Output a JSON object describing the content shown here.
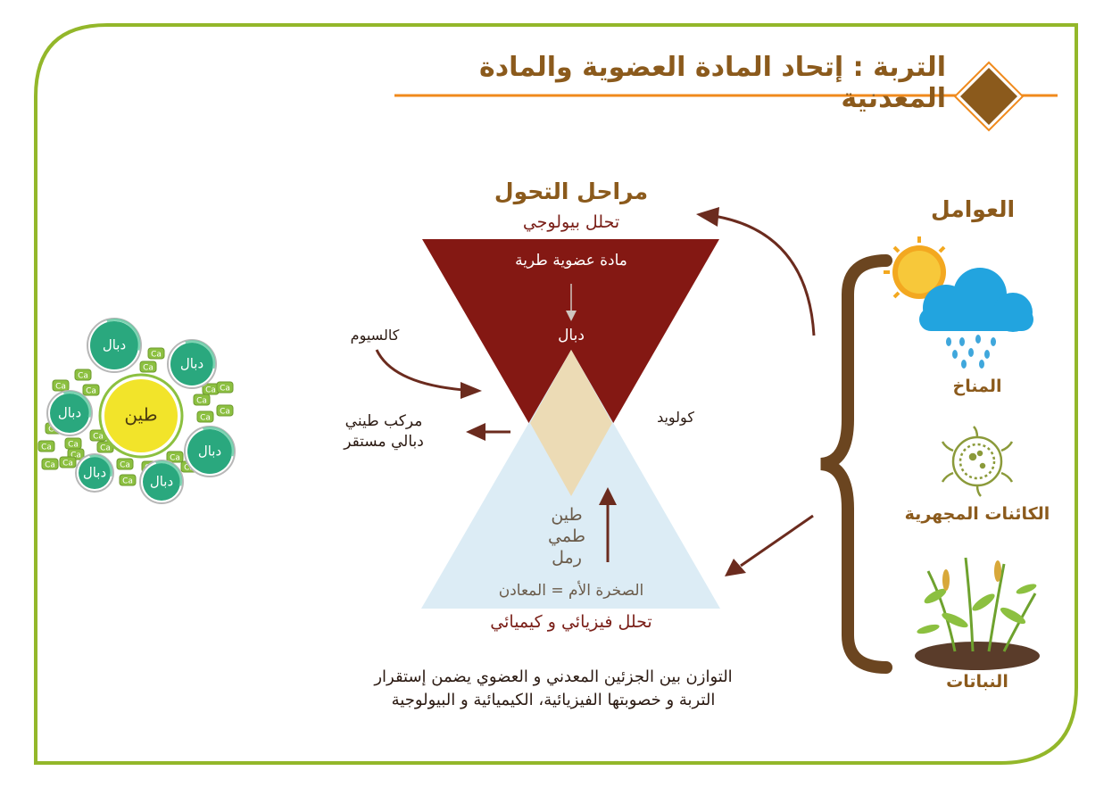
{
  "title": "التربة : إتحاد المادة العضوية والمادة المعدنية",
  "stages_title": "مراحل التحول",
  "bio_decomposition": "تحلل بيولوجي",
  "fresh_organic_matter": "مادة عضوية طرية",
  "humus_label": "دبال",
  "colloid": "كولويد",
  "calcium": "كالسيوم",
  "complex_line1": "مركب طيني",
  "complex_line2": "دبالي مستقر",
  "clay": "طين",
  "silt": "طمي",
  "sand": "رمل",
  "parent_rock": "الصخرة الأم = المعادن",
  "phys_chem_decomposition": "تحلل فيزيائي و كيميائي",
  "balance_line1": "التوازن بين الجزئين المعدني و العضوي يضمن إستقرار",
  "balance_line2": "التربة و خصوبتها الفيزيائية، الكيميائية و البيولوجية",
  "factors_title": "العوامل",
  "factors": [
    "المناخ",
    "الكائنات المجهرية",
    "النباتات"
  ],
  "cluster": {
    "center": "طين",
    "humus": "دبال",
    "ca": "Ca"
  },
  "colors": {
    "frame_green": "#93b72a",
    "title_brown": "#8b5a1c",
    "orange_line": "#f08a1c",
    "maroon": "#841813",
    "cream": "#ecdbb5",
    "light_blue": "#dcecf5",
    "arrow_brown": "#6b2b1e",
    "brace_brown": "#6b4520",
    "clay_yellow": "#f2e42a",
    "humus_teal": "#2aa87e"
  }
}
